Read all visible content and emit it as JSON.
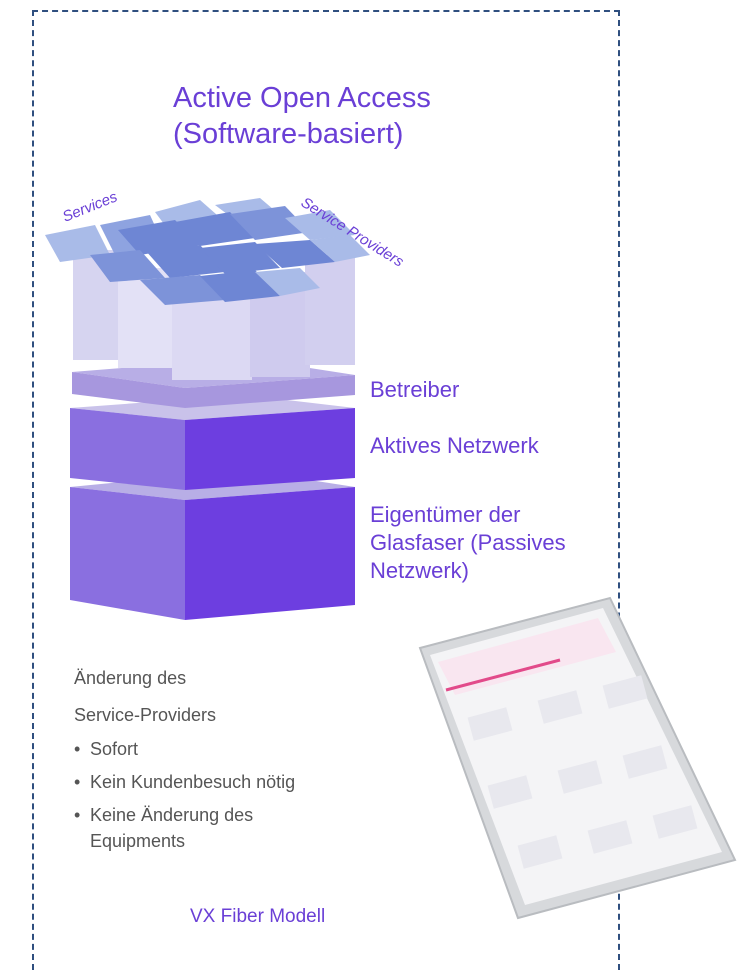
{
  "title_lines": [
    "Active Open Access",
    "(Software-basiert)"
  ],
  "grid_labels": {
    "left": "Services",
    "right": "Service Providers"
  },
  "layers": [
    {
      "label": "Betreiber"
    },
    {
      "label": "Aktives Netzwerk"
    },
    {
      "label_lines": [
        "Eigentümer der",
        "Glasfaser (Passives",
        "Netzwerk)"
      ]
    }
  ],
  "change": {
    "heading_lines": [
      "Änderung des",
      "Service-Providers"
    ],
    "bullets": [
      "Sofort",
      "Kein Kundenbesuch nötig",
      "Keine Änderung des Equipments"
    ],
    "bullet_glyph": "•"
  },
  "footer": "VX Fiber Modell",
  "colors": {
    "accent": "#6a3fd6",
    "frame": "#2f4f7f",
    "layer_front": "#8a6fe0",
    "layer_side": "#6d3ee0",
    "layer_top": "#b8aee6",
    "tile": "#6e86d4",
    "tile_light": "#a9bbe8",
    "block": "#d6d4f0"
  }
}
